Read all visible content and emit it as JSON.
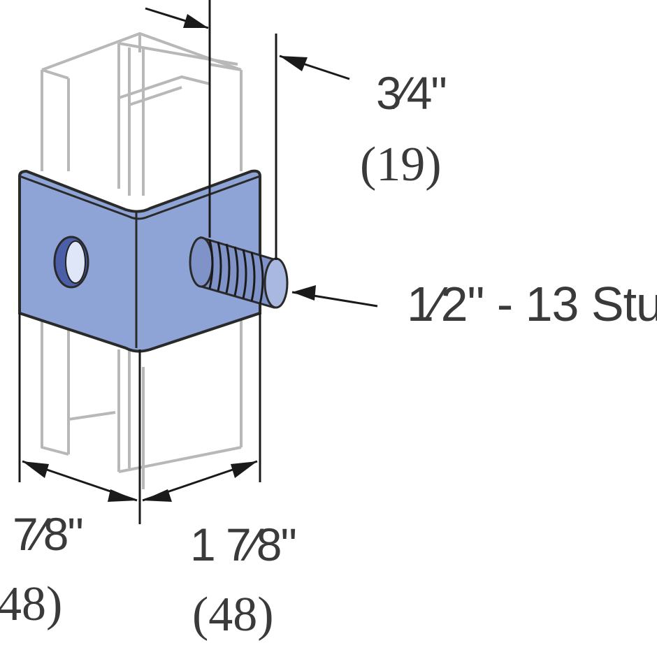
{
  "colors": {
    "channel_line": "#b8b8b8",
    "bracket_fill": "#8fa4d6",
    "bracket_stroke": "#2a2a2a",
    "hole_fill": "#4a5fa8",
    "stud_fill": "#7f93c8",
    "dimension_line": "#1a1a1a",
    "text": "#3a3a3a"
  },
  "dimensions": {
    "stud_length": {
      "imperial": "3⁄4\"",
      "metric": "(19)"
    },
    "stud_size": {
      "label": "1⁄2\" - 13 Stu"
    },
    "left_width": {
      "imperial": "7⁄8\"",
      "metric": "48)"
    },
    "right_width": {
      "imperial": "1 7⁄8\"",
      "metric": "(48)"
    }
  }
}
